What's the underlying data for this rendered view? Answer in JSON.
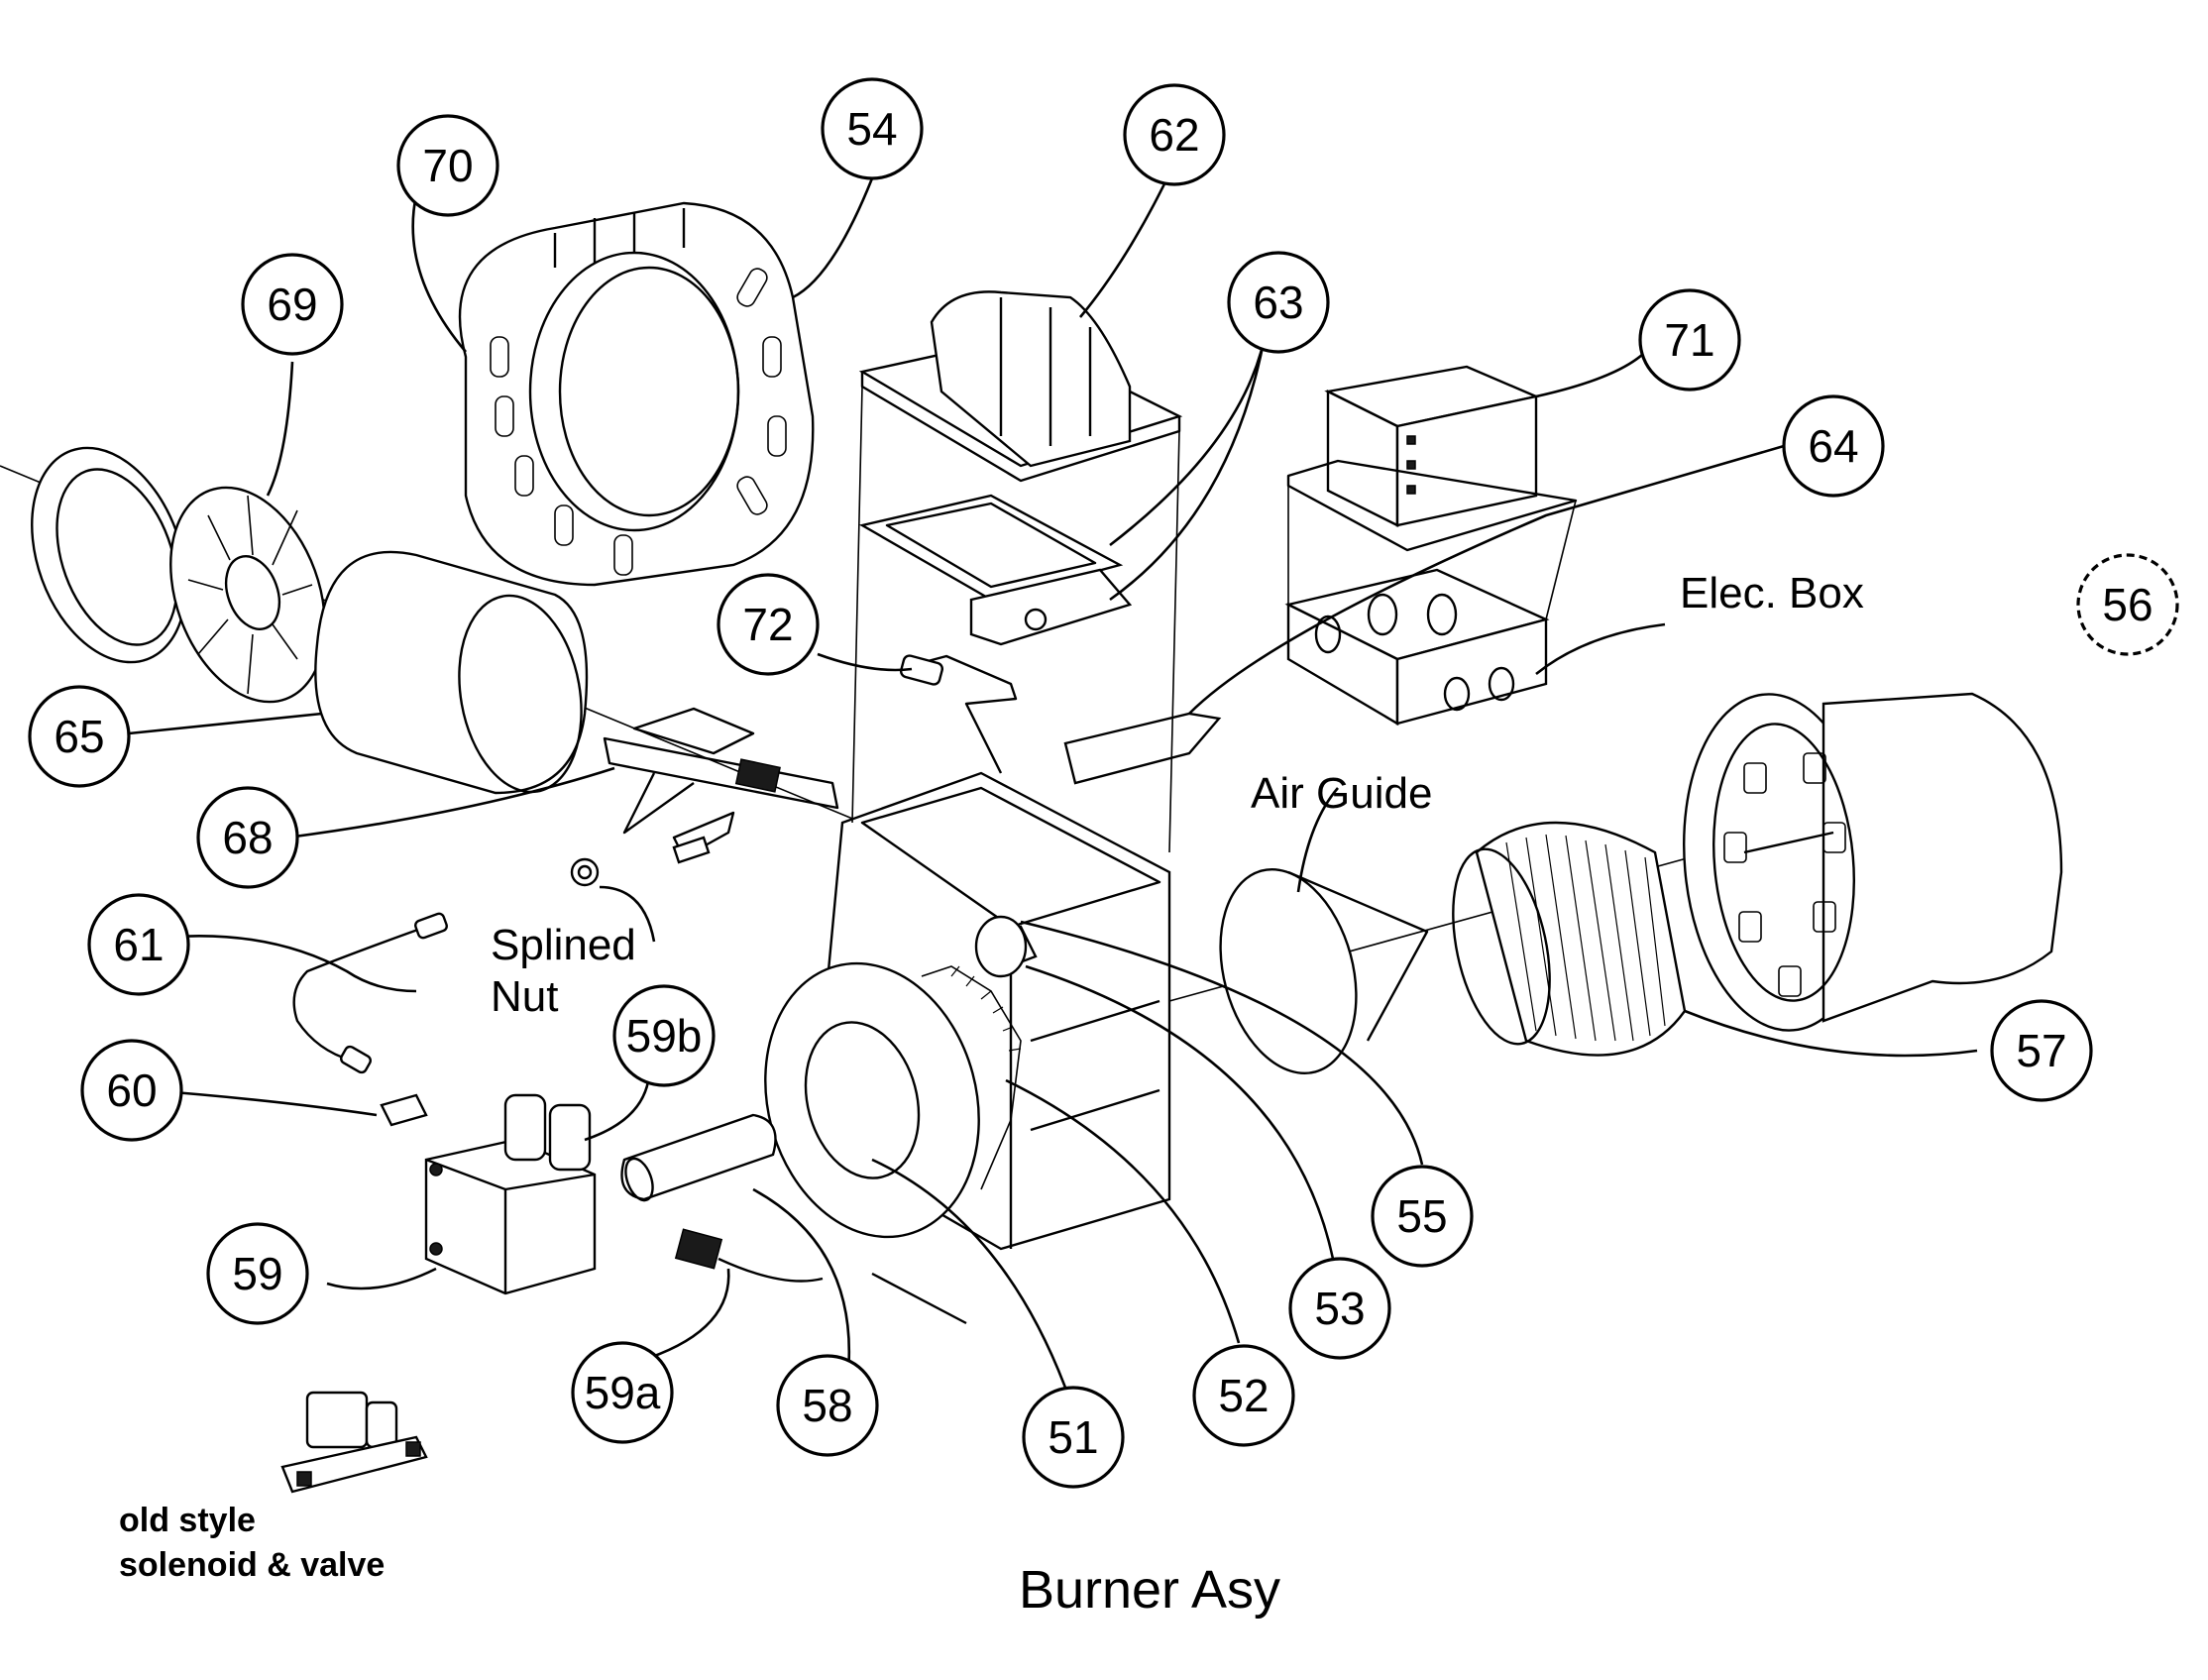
{
  "diagram": {
    "title": "Burner Asy",
    "callouts": [
      "70",
      "54",
      "62",
      "69",
      "63",
      "71",
      "64",
      "72",
      "65",
      "56",
      "68",
      "61",
      "60",
      "59b",
      "57",
      "55",
      "53",
      "59",
      "52",
      "51",
      "59a",
      "58"
    ],
    "labels": {
      "elec_box": "Elec. Box",
      "air_guide": "Air Guide",
      "splined": "Splined",
      "nut": "Nut",
      "old_style_1": "old style",
      "old_style_2": "solenoid & valve"
    },
    "colors": {
      "line": "#000000",
      "background": "#ffffff"
    }
  }
}
